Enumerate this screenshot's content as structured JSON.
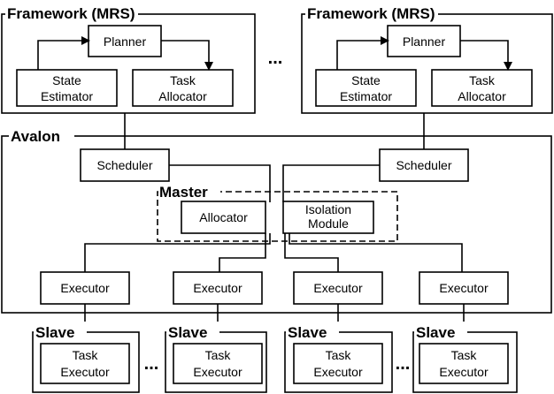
{
  "frameworks": [
    {
      "title": "Framework (MRS)",
      "planner": "Planner",
      "state_estimator": [
        "State",
        "Estimator"
      ],
      "task_allocator": [
        "Task",
        "Allocator"
      ]
    },
    {
      "title": "Framework (MRS)",
      "planner": "Planner",
      "state_estimator": [
        "State",
        "Estimator"
      ],
      "task_allocator": [
        "Task",
        "Allocator"
      ]
    }
  ],
  "ellipsis": "...",
  "avalon": {
    "title": "Avalon",
    "schedulers": [
      "Scheduler",
      "Scheduler"
    ],
    "master": {
      "title": "Master",
      "allocator": "Allocator",
      "isolation_module": [
        "Isolation",
        "Module"
      ]
    },
    "executors": [
      "Executor",
      "Executor",
      "Executor",
      "Executor"
    ]
  },
  "slaves": [
    {
      "title": "Slave",
      "task_executor": [
        "Task",
        "Executor"
      ]
    },
    {
      "title": "Slave",
      "task_executor": [
        "Task",
        "Executor"
      ]
    },
    {
      "title": "Slave",
      "task_executor": [
        "Task",
        "Executor"
      ]
    },
    {
      "title": "Slave",
      "task_executor": [
        "Task",
        "Executor"
      ]
    }
  ]
}
